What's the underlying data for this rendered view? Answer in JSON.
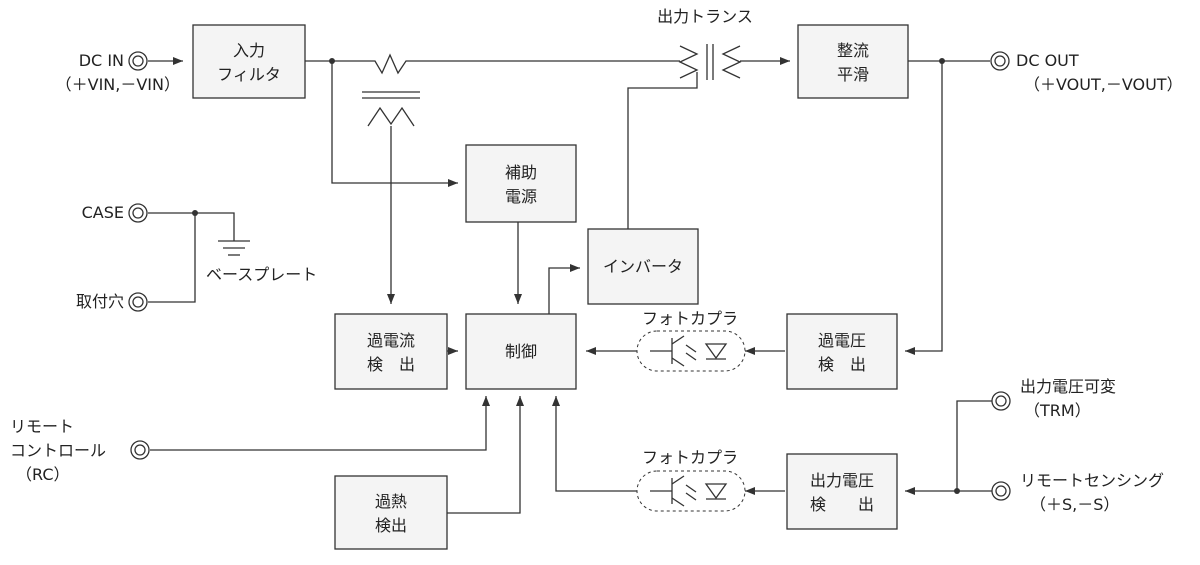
{
  "terminals": {
    "dc_in": {
      "line1": "DC IN",
      "line2": "（＋VIN,－VIN）"
    },
    "case": "CASE",
    "mount_hole": "取付穴",
    "remote_control": {
      "line1": "リモート",
      "line2": "コントロール",
      "line3": "（RC）"
    },
    "dc_out": {
      "line1": "DC OUT",
      "line2": "（＋VOUT,－VOUT）"
    },
    "trim": {
      "line1": "出力電圧可変",
      "line2": "（TRM）"
    },
    "remote_sensing": {
      "line1": "リモートセンシング",
      "line2": "（＋S,－S）"
    }
  },
  "blocks": {
    "input_filter": [
      "入力",
      "フィルタ"
    ],
    "rectifier": [
      "整流",
      "平滑"
    ],
    "aux_power": [
      "補助",
      "電源"
    ],
    "inverter": [
      "インバータ"
    ],
    "overcurrent": [
      "過電流",
      "検　出"
    ],
    "control": [
      "制御"
    ],
    "overvoltage": [
      "過電圧",
      "検　出"
    ],
    "overheat": [
      "過熱",
      "検出"
    ],
    "output_voltage_detect": [
      "出力電圧",
      "検　　出"
    ]
  },
  "labels": {
    "transformer": "出力トランス",
    "base_plate": "ベースプレート",
    "photocoupler_top": "フォトカプラ",
    "photocoupler_bottom": "フォトカプラ"
  }
}
